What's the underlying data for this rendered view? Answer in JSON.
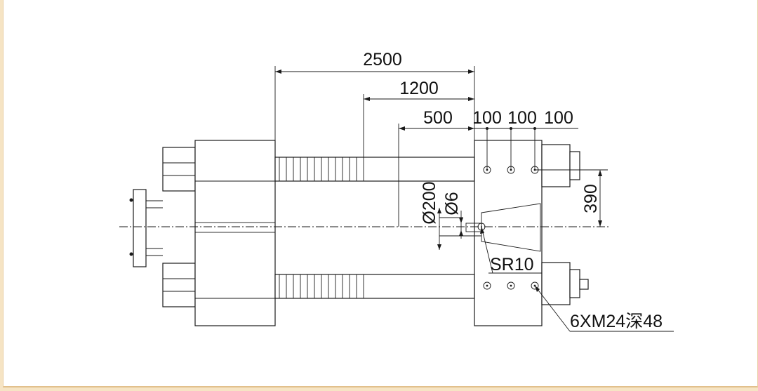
{
  "drawing": {
    "dimensions": {
      "overall_width": "2500",
      "width_1200": "1200",
      "width_500": "500",
      "hole_pitch_1": "100",
      "hole_pitch_2": "100",
      "hole_pitch_3": "100",
      "half_height": "390",
      "bore_diameter": "Ø200",
      "nozzle_diameter": "Ø6",
      "sphere_radius": "SR10",
      "thread_callout": "6XM24深48"
    }
  }
}
